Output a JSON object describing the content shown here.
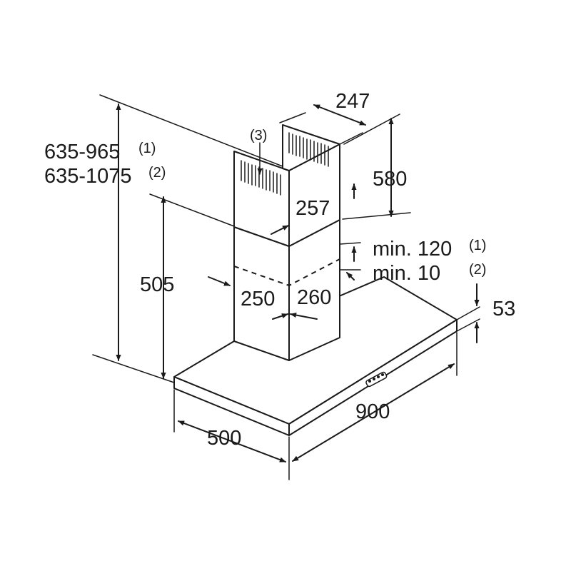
{
  "dimensions": {
    "chimney_width": "247",
    "chimney_upper_height": "580",
    "chimney_depth": "257",
    "total_height_1": "635-965",
    "total_height_2": "635-1075",
    "lower_height": "505",
    "duct_width": "250",
    "duct_depth": "260",
    "clearance_1": "min. 120",
    "clearance_2": "min. 10",
    "canopy_thickness": "53",
    "canopy_depth": "500",
    "canopy_width": "900"
  },
  "notes": {
    "note_1": "(1)",
    "note_2": "(2)",
    "note_3": "(3)"
  }
}
